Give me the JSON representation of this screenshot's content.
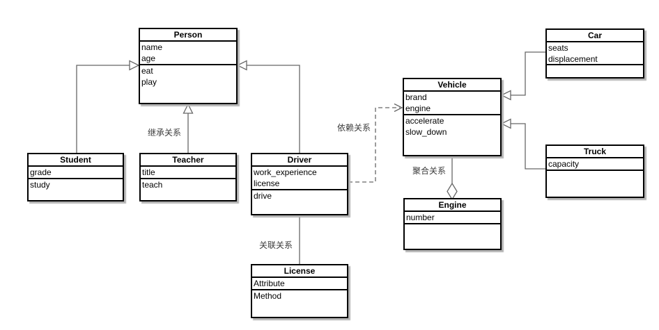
{
  "diagram": {
    "type": "uml-class-diagram",
    "classes": {
      "person": {
        "title": "Person",
        "attributes": [
          "name",
          "age"
        ],
        "methods": [
          "eat",
          "play"
        ]
      },
      "student": {
        "title": "Student",
        "attributes": [
          "grade"
        ],
        "methods": [
          "study"
        ]
      },
      "teacher": {
        "title": "Teacher",
        "attributes": [
          "title"
        ],
        "methods": [
          "teach"
        ]
      },
      "driver": {
        "title": "Driver",
        "attributes": [
          "work_experience",
          "license"
        ],
        "methods": [
          "drive"
        ]
      },
      "license": {
        "title": "License",
        "attributes": [
          "Attribute"
        ],
        "methods": [
          "Method"
        ]
      },
      "vehicle": {
        "title": "Vehicle",
        "attributes": [
          "brand",
          "engine"
        ],
        "methods": [
          "accelerate",
          "slow_down"
        ]
      },
      "engine": {
        "title": "Engine",
        "attributes": [
          "number"
        ],
        "methods": []
      },
      "car": {
        "title": "Car",
        "attributes": [
          "seats",
          "displacement"
        ],
        "methods": []
      },
      "truck": {
        "title": "Truck",
        "attributes": [
          "capacity"
        ],
        "methods": []
      }
    },
    "edge_labels": {
      "inheritance": "继承关系",
      "dependency": "依赖关系",
      "aggregation": "聚合关系",
      "association": "关联关系"
    },
    "relations": [
      {
        "from": "student",
        "to": "person",
        "type": "inheritance"
      },
      {
        "from": "teacher",
        "to": "person",
        "type": "inheritance"
      },
      {
        "from": "driver",
        "to": "person",
        "type": "inheritance"
      },
      {
        "from": "driver",
        "to": "license",
        "type": "association"
      },
      {
        "from": "driver",
        "to": "vehicle",
        "type": "dependency"
      },
      {
        "from": "engine",
        "to": "vehicle",
        "type": "aggregation"
      },
      {
        "from": "car",
        "to": "vehicle",
        "type": "inheritance"
      },
      {
        "from": "truck",
        "to": "vehicle",
        "type": "inheritance"
      }
    ],
    "colors": {
      "background": "#ffffff",
      "box_fill": "#ffffff",
      "box_border": "#000000",
      "edge": "#666666",
      "shadow": "#b3b3b3",
      "label_text": "#3b3b3b"
    }
  }
}
